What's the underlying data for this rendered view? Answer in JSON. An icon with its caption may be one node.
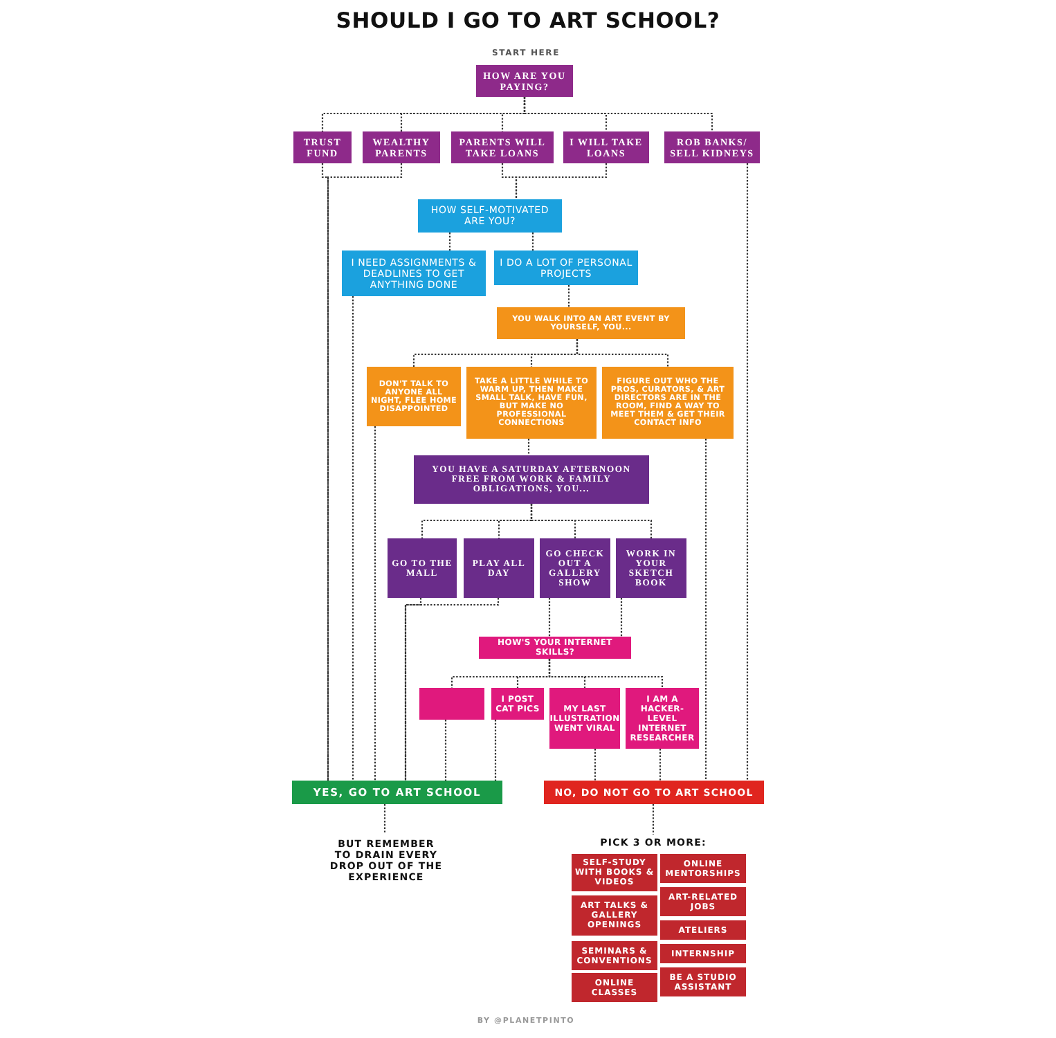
{
  "diagram": {
    "title": "SHOULD I GO TO ART SCHOOL?",
    "caption": "BY @PLANETPINTO",
    "nodes": [
      {
        "text": [
          "HOW ARE YOU PAYING?"
        ]
      },
      {
        "text": [
          "TRUST FUND"
        ]
      },
      {
        "text": [
          "WEALTHY PARENTS"
        ]
      },
      {
        "text": [
          "PARENTS WILL TAKE LOANS"
        ]
      },
      {
        "text": [
          "I WILL TAKE LOANS"
        ]
      },
      {
        "text": [
          "ROB BANKS/ SELL KIDNEYS"
        ]
      },
      {
        "text": [
          "HOW SELF-MOTIVATED ARE YOU?"
        ]
      },
      {
        "text": [
          "I NEED ASSIGNMENTS & DEADLINES TO GET ANYTHING DONE"
        ]
      },
      {
        "text": [
          "I DO A LOT OF PERSONAL PROJECTS"
        ]
      },
      {
        "text": [
          "YOU WALK INTO AN ART EVENT BY YOURSELF, YOU..."
        ]
      },
      {
        "text": [
          "DON'T TALK TO ANYONE ALL NIGHT, FLEE HOME DISAPPOINTED"
        ]
      },
      {
        "text": [
          "TAKE A LITTLE WHILE TO WARM UP, THEN MAKE SMALL TALK, HAVE FUN, BUT MAKE NO PROFESSIONAL CONNECTIONS"
        ]
      },
      {
        "text": [
          "FIGURE OUT WHO THE PROS, CURATORS, & ART DIRECTORS ARE IN THE ROOM, FIND A WAY TO MEET THEM & GET THEIR CONTACT INFO"
        ]
      },
      {
        "text": [
          "YOU HAVE A SATURDAY AFTERNOON FREE FROM WORK & FAMILY OBLIGATIONS, YOU..."
        ]
      },
      {
        "text": [
          "GO TO THE MALL"
        ]
      },
      {
        "text": [
          "PLAY ALL DAY"
        ]
      },
      {
        "text": [
          "GO CHECK OUT A GALLERY SHOW"
        ]
      },
      {
        "text": [
          "WORK IN YOUR SKETCH BOOK"
        ]
      },
      {
        "text": [
          "HOW'S YOUR INTERNET SKILLS?"
        ]
      },
      {
        "text": [],
        "shape": "box"
      },
      {
        "text": [
          "I POST CAT PICS"
        ]
      },
      {
        "text": [
          "MY LAST ILLUSTRATION WENT VIRAL"
        ]
      },
      {
        "text": [
          "I AM A HACKER-LEVEL INTERNET RESEARCHER"
        ]
      },
      {
        "text": [
          "YES, GO TO ART SCHOOL"
        ]
      },
      {
        "text": [
          "NO, DO NOT GO TO ART SCHOOL"
        ]
      },
      {
        "text": [
          "BUT REMEMBER TO DRAIN EVERY DROP OUT OF THE EXPERIENCE"
        ]
      },
      {
        "text": [
          "PICK 3 OR MORE:"
        ]
      },
      {
        "text": [
          "SELF-STUDY WITH BOOKS & VIDEOS"
        ]
      },
      {
        "text": [
          "ART TALKS & GALLERY OPENINGS"
        ]
      },
      {
        "text": [
          "SEMINARS & CONVENTIONS"
        ]
      },
      {
        "text": [
          "ONLINE CLASSES"
        ]
      },
      {
        "text": [
          "ONLINE MENTORSHIPS"
        ]
      },
      {
        "text": [
          "ART-RELATED JOBS"
        ]
      },
      {
        "text": [
          "ATELIERS"
        ]
      },
      {
        "text": [
          "INTERNSHIP"
        ]
      },
      {
        "text": [
          "BE A STUDIO ASSISTANT"
        ]
      }
    ],
    "edges": [
      {
        "from": 0,
        "to": 1,
        "arrow": "none"
      },
      {
        "from": 0,
        "to": 2,
        "arrow": "none"
      },
      {
        "from": 0,
        "to": 3,
        "arrow": "none"
      },
      {
        "from": 0,
        "to": 4,
        "arrow": "none"
      },
      {
        "from": 0,
        "to": 5,
        "arrow": "none"
      },
      {
        "from": 1,
        "to": 23,
        "arrow": "none"
      },
      {
        "from": 2,
        "to": 23,
        "arrow": "none"
      },
      {
        "from": 3,
        "to": 6,
        "arrow": "none"
      },
      {
        "from": 4,
        "to": 6,
        "arrow": "none"
      },
      {
        "from": 5,
        "to": 24,
        "arrow": "none"
      },
      {
        "from": 6,
        "to": 7,
        "arrow": "none"
      },
      {
        "from": 6,
        "to": 8,
        "arrow": "none"
      },
      {
        "from": 7,
        "to": 23,
        "arrow": "none"
      },
      {
        "from": 8,
        "to": 9,
        "arrow": "none"
      },
      {
        "from": 9,
        "to": 10,
        "arrow": "none"
      },
      {
        "from": 9,
        "to": 11,
        "arrow": "none"
      },
      {
        "from": 9,
        "to": 12,
        "arrow": "none"
      },
      {
        "from": 10,
        "to": 23,
        "arrow": "none"
      },
      {
        "from": 11,
        "to": 13,
        "arrow": "none"
      },
      {
        "from": 12,
        "to": 24,
        "arrow": "none"
      },
      {
        "from": 13,
        "to": 14,
        "arrow": "none"
      },
      {
        "from": 13,
        "to": 15,
        "arrow": "none"
      },
      {
        "from": 13,
        "to": 16,
        "arrow": "none"
      },
      {
        "from": 13,
        "to": 17,
        "arrow": "none"
      },
      {
        "from": 14,
        "to": 23,
        "arrow": "none"
      },
      {
        "from": 15,
        "to": 23,
        "arrow": "none"
      },
      {
        "from": 16,
        "to": 18,
        "arrow": "none"
      },
      {
        "from": 17,
        "to": 18,
        "arrow": "none"
      },
      {
        "from": 18,
        "to": 19,
        "arrow": "none"
      },
      {
        "from": 18,
        "to": 20,
        "arrow": "none"
      },
      {
        "from": 18,
        "to": 21,
        "arrow": "none"
      },
      {
        "from": 18,
        "to": 22,
        "arrow": "none"
      },
      {
        "from": 19,
        "to": 23,
        "arrow": "none"
      },
      {
        "from": 20,
        "to": 23,
        "arrow": "none"
      },
      {
        "from": 21,
        "to": 24,
        "arrow": "none"
      },
      {
        "from": 22,
        "to": 24,
        "arrow": "none"
      },
      {
        "from": 23,
        "to": 25,
        "arrow": "none"
      },
      {
        "from": 24,
        "to": 26,
        "arrow": "none"
      }
    ],
    "labels": [
      "START HERE"
    ]
  }
}
